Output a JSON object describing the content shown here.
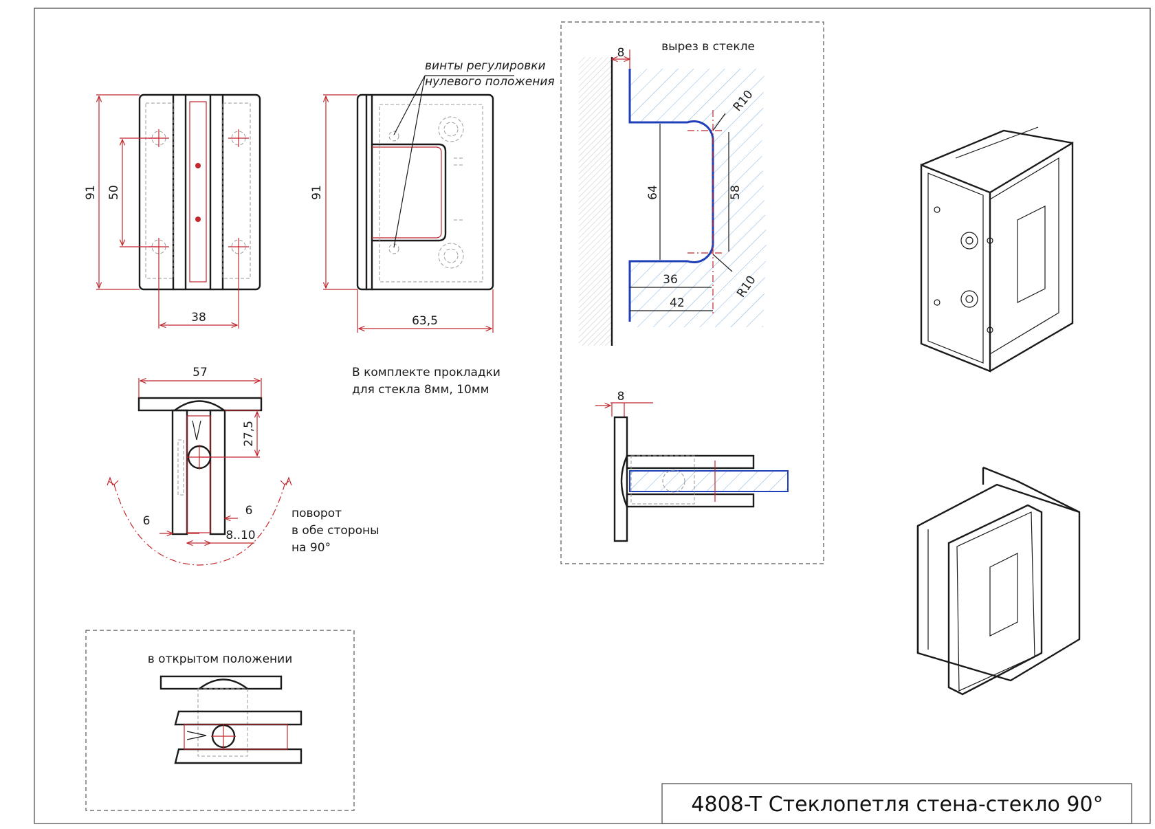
{
  "drawing": {
    "title_block": {
      "title": "4808-T Стеклопетля стена-стекло 90°"
    },
    "front_view": {
      "dim_height": "91",
      "dim_hole_spacing": "50",
      "dim_width": "38"
    },
    "side_view": {
      "dim_height": "91",
      "dim_depth": "63,5",
      "callout_line1": "винты регулировки",
      "callout_line2": "нулевого положения"
    },
    "note_gaskets": {
      "line1": "В комплекте прокладки",
      "line2": "для стекла 8мм, 10мм"
    },
    "top_view": {
      "dim_width": "57",
      "dim_offset": "27,5",
      "dim_left": "6",
      "dim_right": "6",
      "dim_glass": "8..10",
      "rotation_line1": "поворот",
      "rotation_line2": "в обе стороны",
      "rotation_line3": "на 90°"
    },
    "cutout_panel": {
      "title": "вырез в стекле",
      "dim_gap": "8",
      "dim_radius_top": "R10",
      "dim_radius_bottom": "R10",
      "dim_height_outer": "64",
      "dim_height_inner": "58",
      "dim_depth_inner": "36",
      "dim_depth_outer": "42",
      "dim_gap_section": "8"
    },
    "open_position_panel": {
      "title": "в открытом положении"
    },
    "colors": {
      "outline": "#1a1a1a",
      "axis": "#c0262c",
      "glass_edge": "#1f3fb8",
      "glass_hatch": "#6aa0d8"
    }
  }
}
